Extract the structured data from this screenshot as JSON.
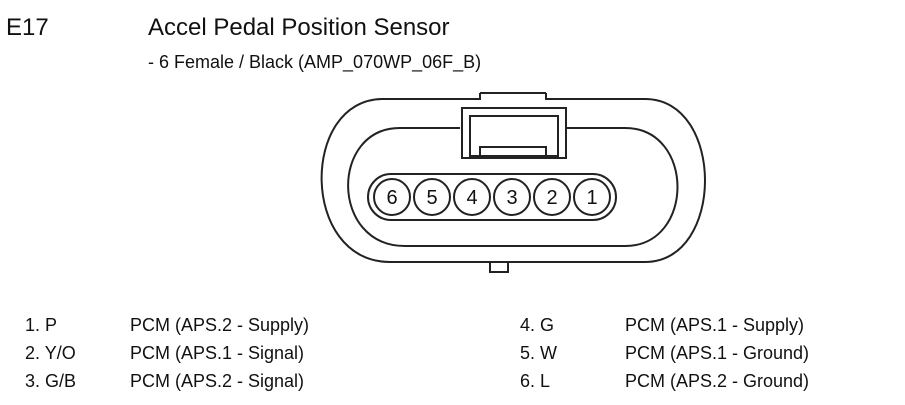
{
  "header": {
    "code": "E17",
    "title": "Accel Pedal Position Sensor",
    "subtitle": "- 6 Female / Black (AMP_070WP_06F_B)"
  },
  "connector": {
    "pin_labels": [
      "6",
      "5",
      "4",
      "3",
      "2",
      "1"
    ]
  },
  "pins": [
    {
      "num": "1. P",
      "desc": "PCM (APS.2 - Supply)"
    },
    {
      "num": "2. Y/O",
      "desc": "PCM (APS.1 - Signal)"
    },
    {
      "num": "3. G/B",
      "desc": "PCM (APS.2 - Signal)"
    },
    {
      "num": "4. G",
      "desc": "PCM (APS.1 - Supply)"
    },
    {
      "num": "5. W",
      "desc": "PCM (APS.1 - Ground)"
    },
    {
      "num": "6. L",
      "desc": "PCM (APS.2 - Ground)"
    }
  ]
}
